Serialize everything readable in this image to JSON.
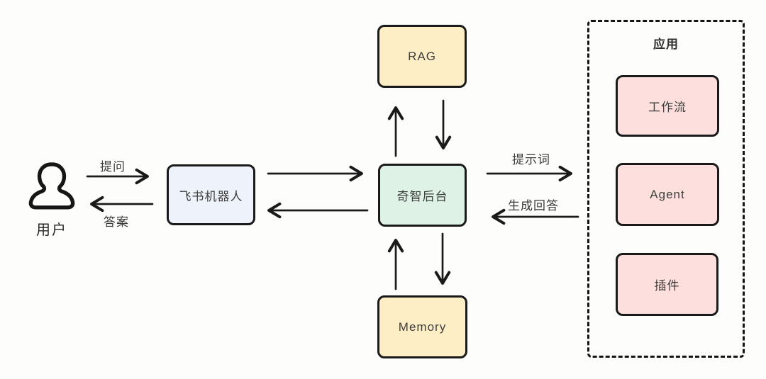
{
  "user": {
    "label": "用户"
  },
  "nodes": {
    "feishu_bot": {
      "label": "飞书机器人",
      "fill": "#eef2fb"
    },
    "rag": {
      "label": "RAG",
      "fill": "#fdeec6"
    },
    "backend": {
      "label": "奇智后台",
      "fill": "#def3e5"
    },
    "memory": {
      "label": "Memory",
      "fill": "#fdeec6"
    },
    "workflow": {
      "label": "工作流",
      "fill": "#fde0de"
    },
    "agent": {
      "label": "Agent",
      "fill": "#fde0de"
    },
    "plugin": {
      "label": "插件",
      "fill": "#fde0de"
    }
  },
  "groups": {
    "app": {
      "label": "应用",
      "border_style": "dashed"
    }
  },
  "edges": {
    "ask": {
      "label": "提问",
      "from": "user",
      "to": "feishu_bot"
    },
    "answer": {
      "label": "答案",
      "from": "feishu_bot",
      "to": "user"
    },
    "bot_to_backend": {
      "label": "",
      "from": "feishu_bot",
      "to": "backend"
    },
    "backend_to_bot": {
      "label": "",
      "from": "backend",
      "to": "feishu_bot"
    },
    "backend_to_rag": {
      "label": "",
      "from": "backend",
      "to": "rag"
    },
    "rag_to_backend": {
      "label": "",
      "from": "rag",
      "to": "backend"
    },
    "memory_to_backend": {
      "label": "",
      "from": "memory",
      "to": "backend"
    },
    "backend_to_memory": {
      "label": "",
      "from": "backend",
      "to": "memory"
    },
    "prompt": {
      "label": "提示词",
      "from": "backend",
      "to": "app"
    },
    "generated_answer": {
      "label": "生成回答",
      "from": "app",
      "to": "backend"
    }
  },
  "colors": {
    "background": "#fdfdfb",
    "stroke": "#1a1a1a",
    "text": "#3d3d3d",
    "node_blue": "#eef2fb",
    "node_yellow": "#fdeec6",
    "node_green": "#def3e5",
    "node_pink": "#fde0de"
  }
}
